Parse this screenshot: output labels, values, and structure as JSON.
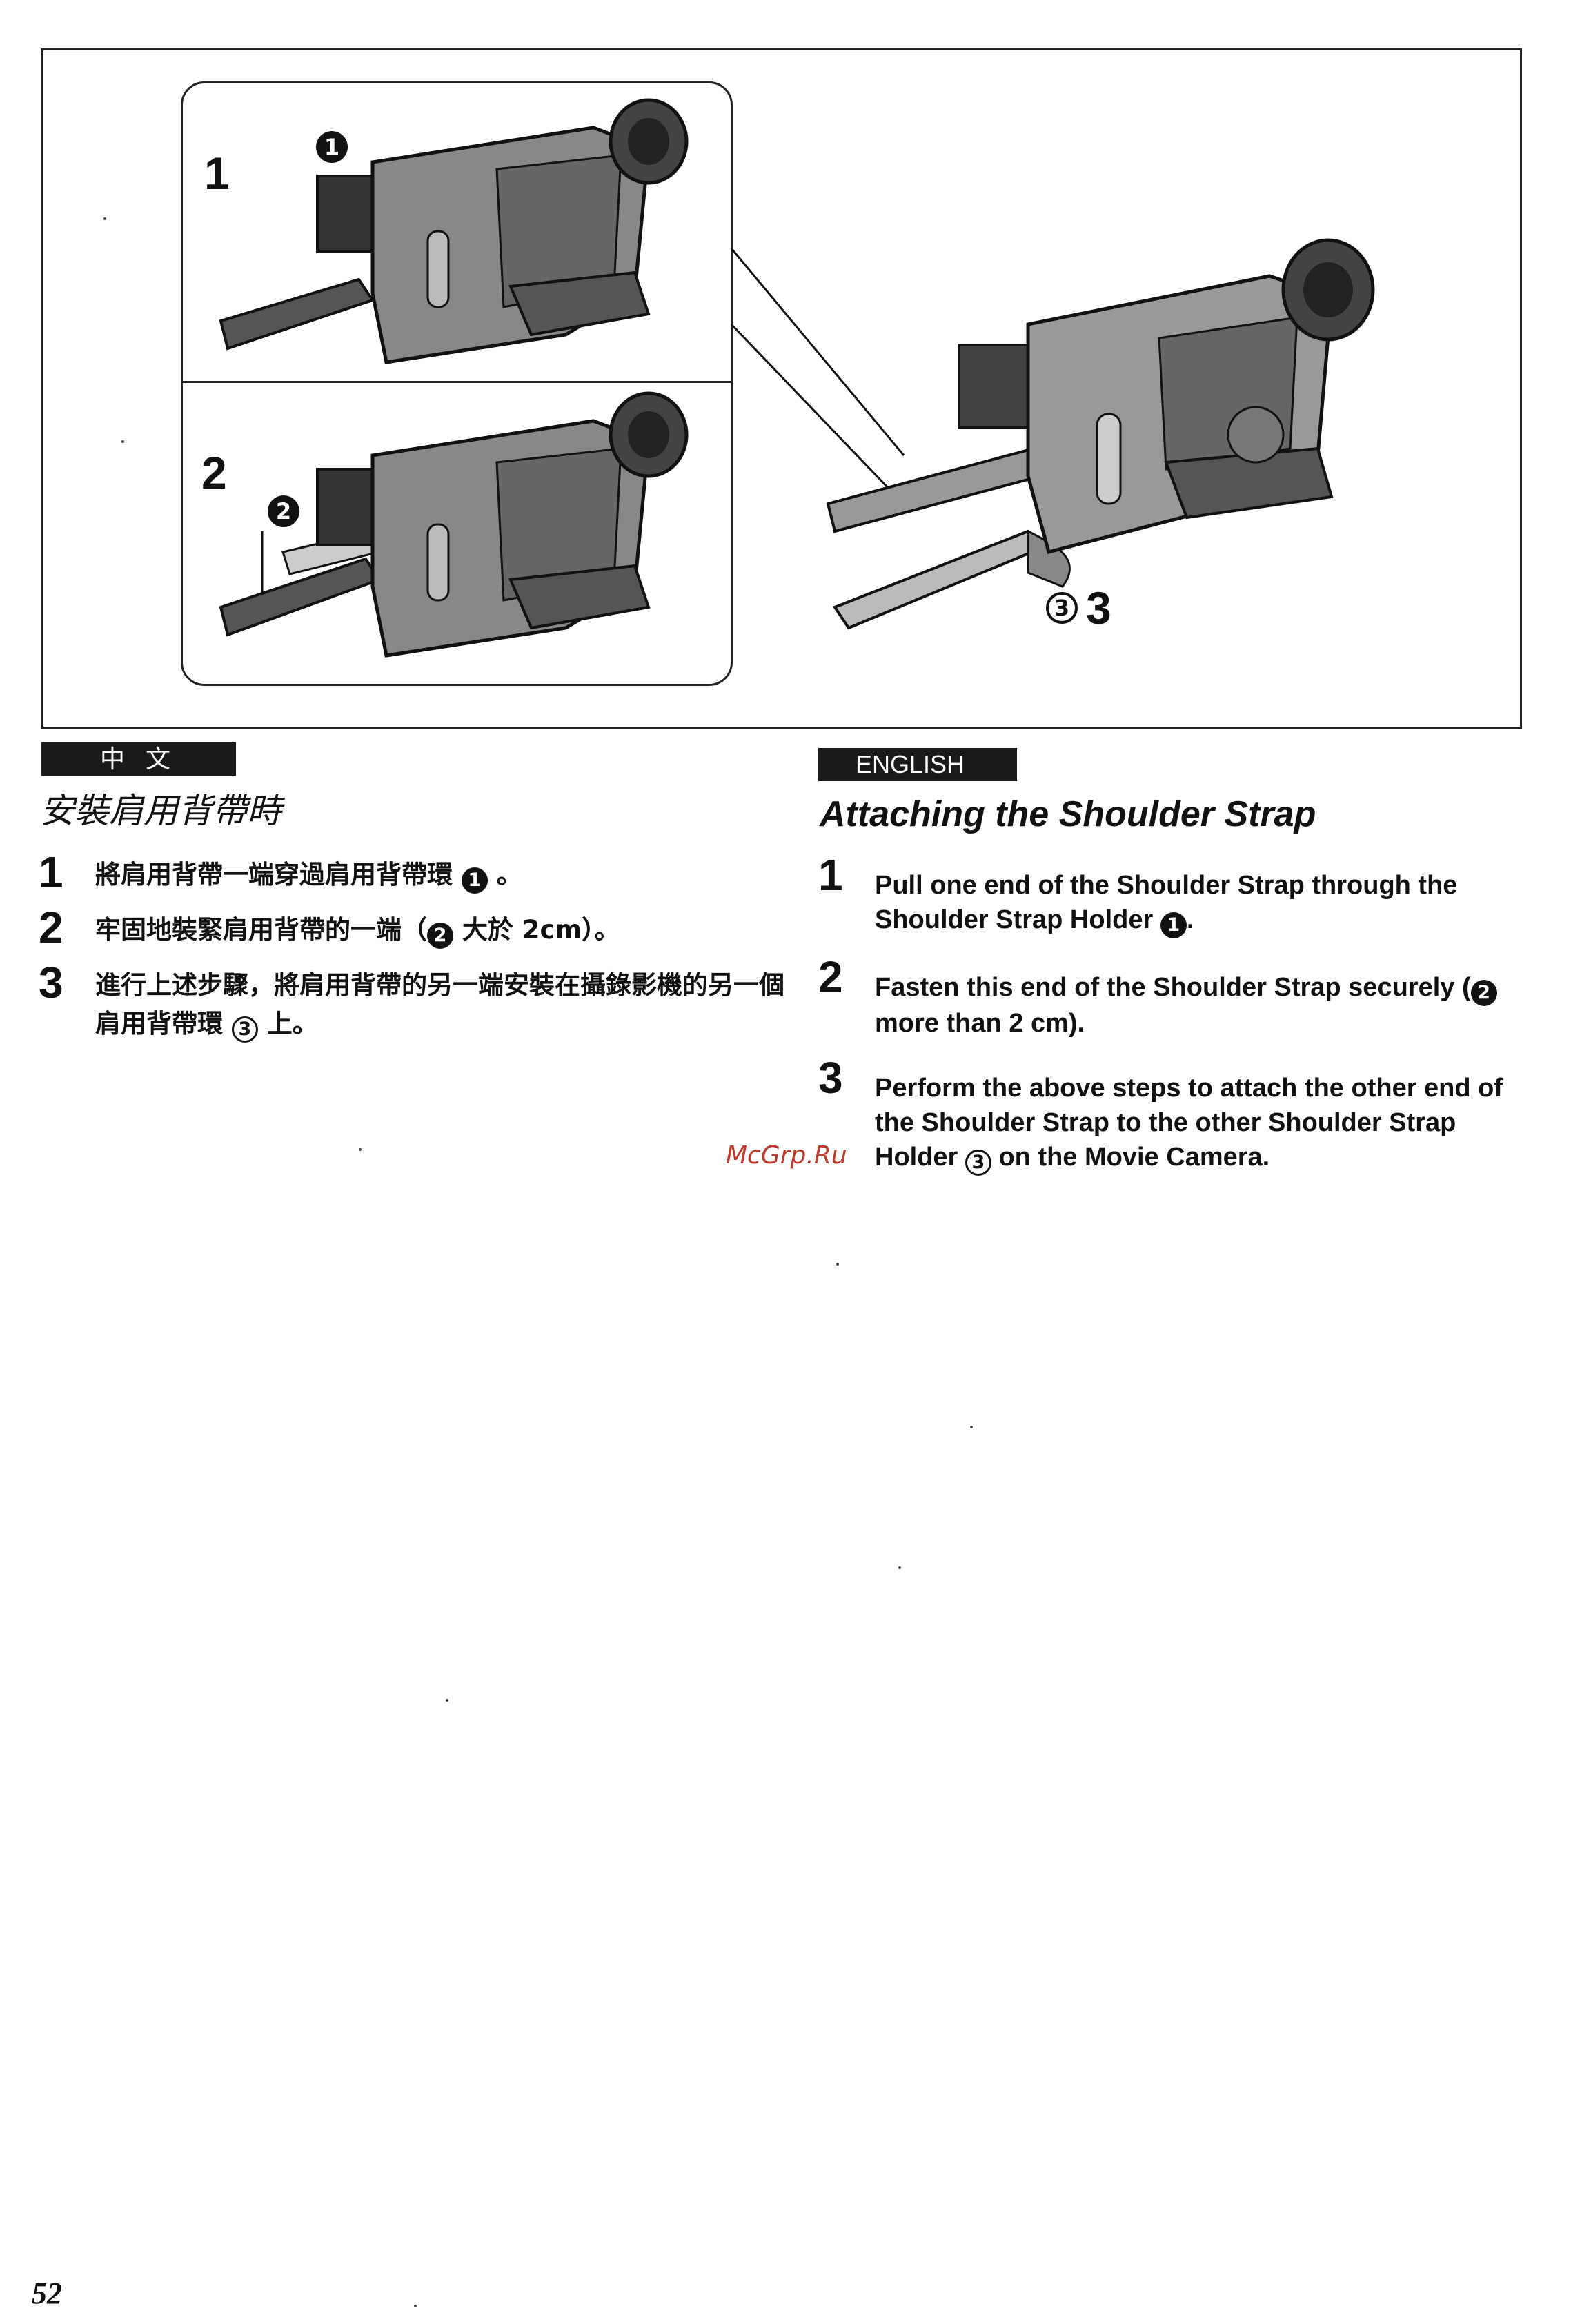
{
  "figure": {
    "step1_number": "1",
    "step2_number": "2",
    "step3_number": "3",
    "callout1": "1",
    "callout2": "2",
    "callout3": "3"
  },
  "chinese": {
    "tab_label": "中 文",
    "title": "安裝肩用背帶時",
    "steps": [
      {
        "num": "1",
        "before": "將肩用背帶一端穿過肩用背帶環",
        "callout": "1",
        "after": "。"
      },
      {
        "num": "2",
        "before": "牢固地裝緊肩用背帶的一端（",
        "callout": "2",
        "after": "大於 2cm）。"
      },
      {
        "num": "3",
        "before": "進行上述步驟，將肩用背帶的另一端安裝在攝錄影機的另一個肩用背帶環",
        "callout": "3",
        "after": "上。"
      }
    ]
  },
  "english": {
    "tab_label": "ENGLISH",
    "title": "Attaching the Shoulder Strap",
    "steps": [
      {
        "num": "1",
        "before": "Pull one end of the Shoulder Strap through the Shoulder Strap Holder ",
        "callout": "1",
        "after": "."
      },
      {
        "num": "2",
        "before": "Fasten this end of the Shoulder Strap securely (",
        "callout": "2",
        "after": " more than 2 cm)."
      },
      {
        "num": "3",
        "before": "Perform the above steps to attach the other end of the Shoulder Strap to the other Shoulder Strap Holder ",
        "callout": "3",
        "after": " on the Movie Camera."
      }
    ]
  },
  "watermark": "McGrp.Ru",
  "page_number": "52"
}
